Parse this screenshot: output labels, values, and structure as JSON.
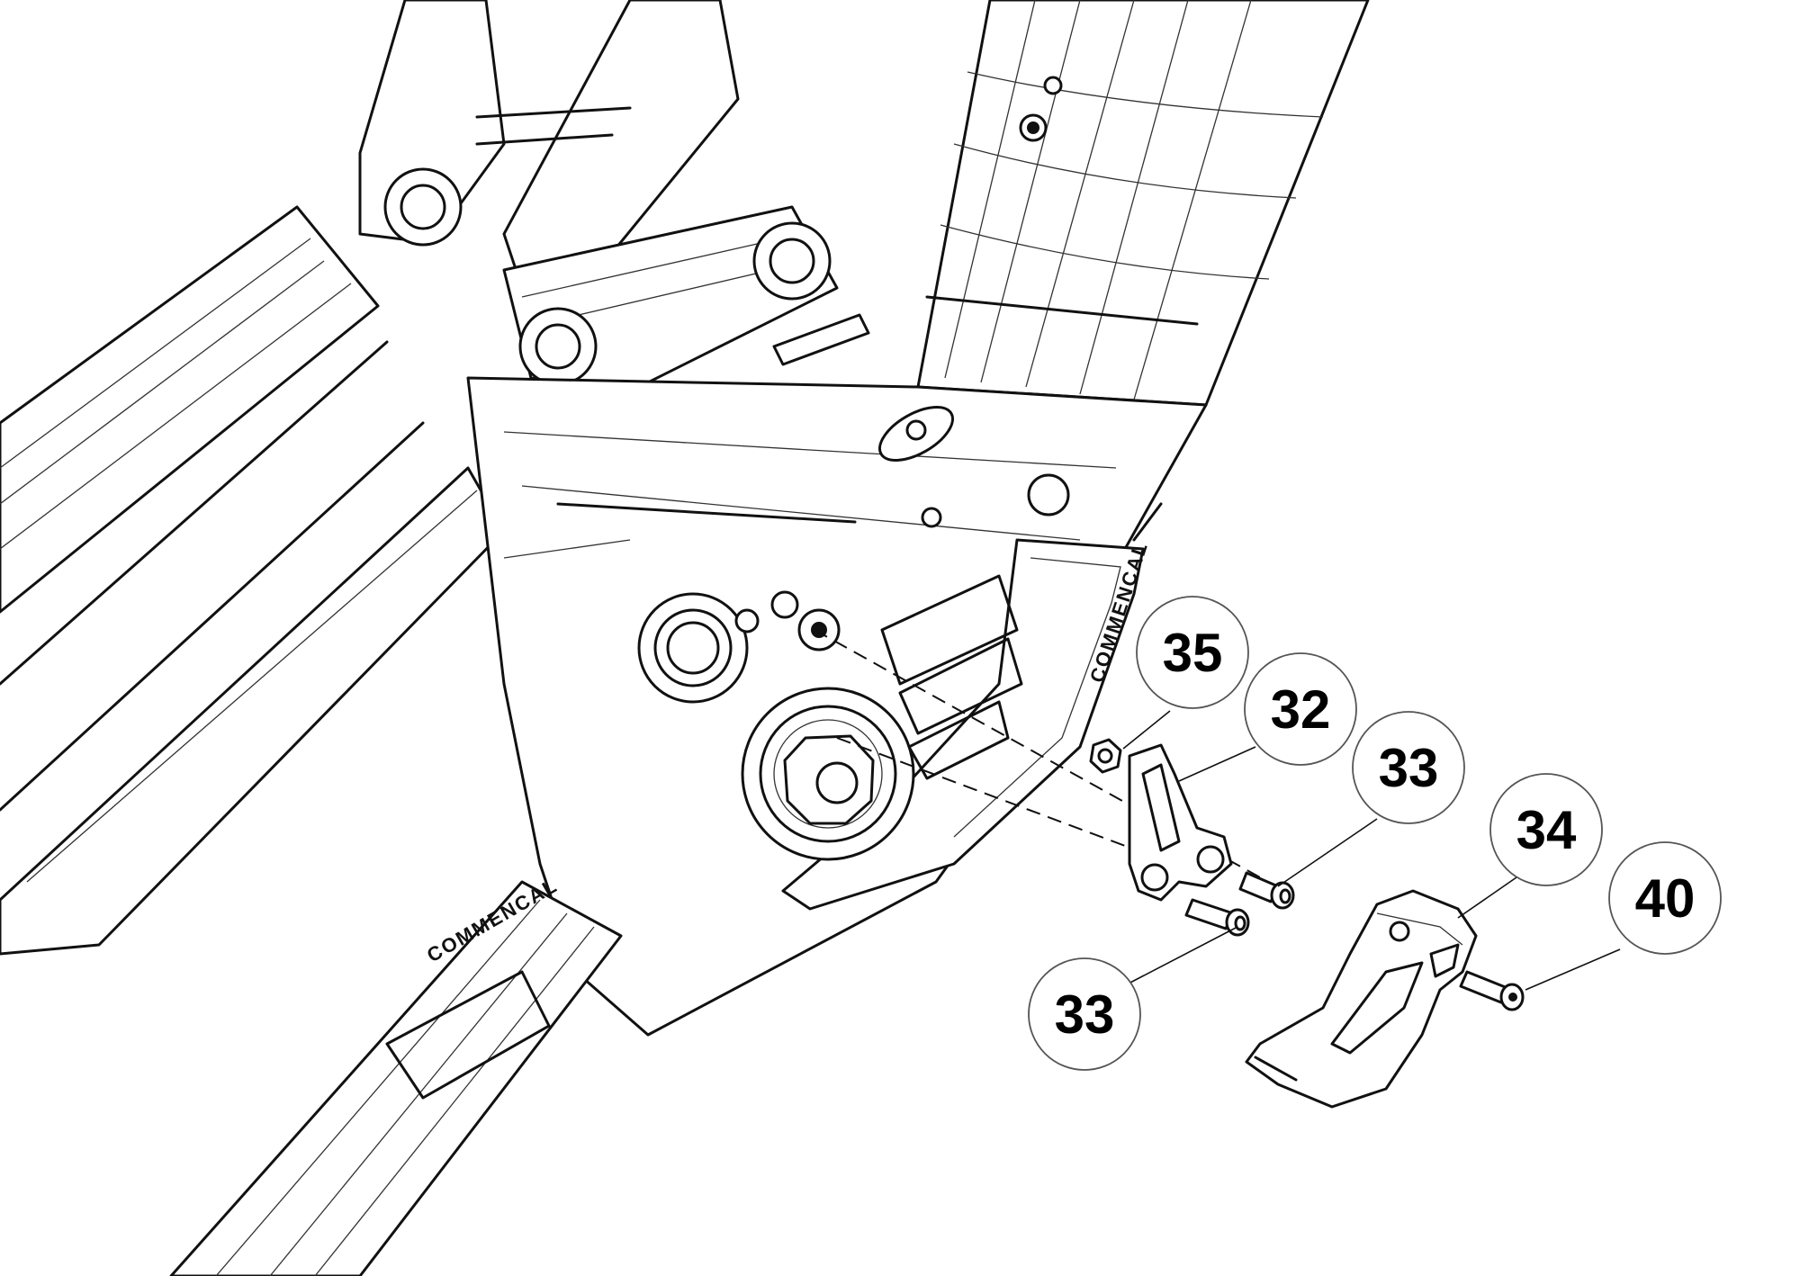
{
  "diagram": {
    "callouts": [
      {
        "id": "c35",
        "label": "35"
      },
      {
        "id": "c32",
        "label": "32"
      },
      {
        "id": "c33a",
        "label": "33"
      },
      {
        "id": "c34",
        "label": "34"
      },
      {
        "id": "c40",
        "label": "40"
      },
      {
        "id": "c33b",
        "label": "33"
      }
    ],
    "frame_markings": {
      "down_tube_logo": "COMMENCAL",
      "motor_cover_logo": "COMMENCAL"
    }
  }
}
